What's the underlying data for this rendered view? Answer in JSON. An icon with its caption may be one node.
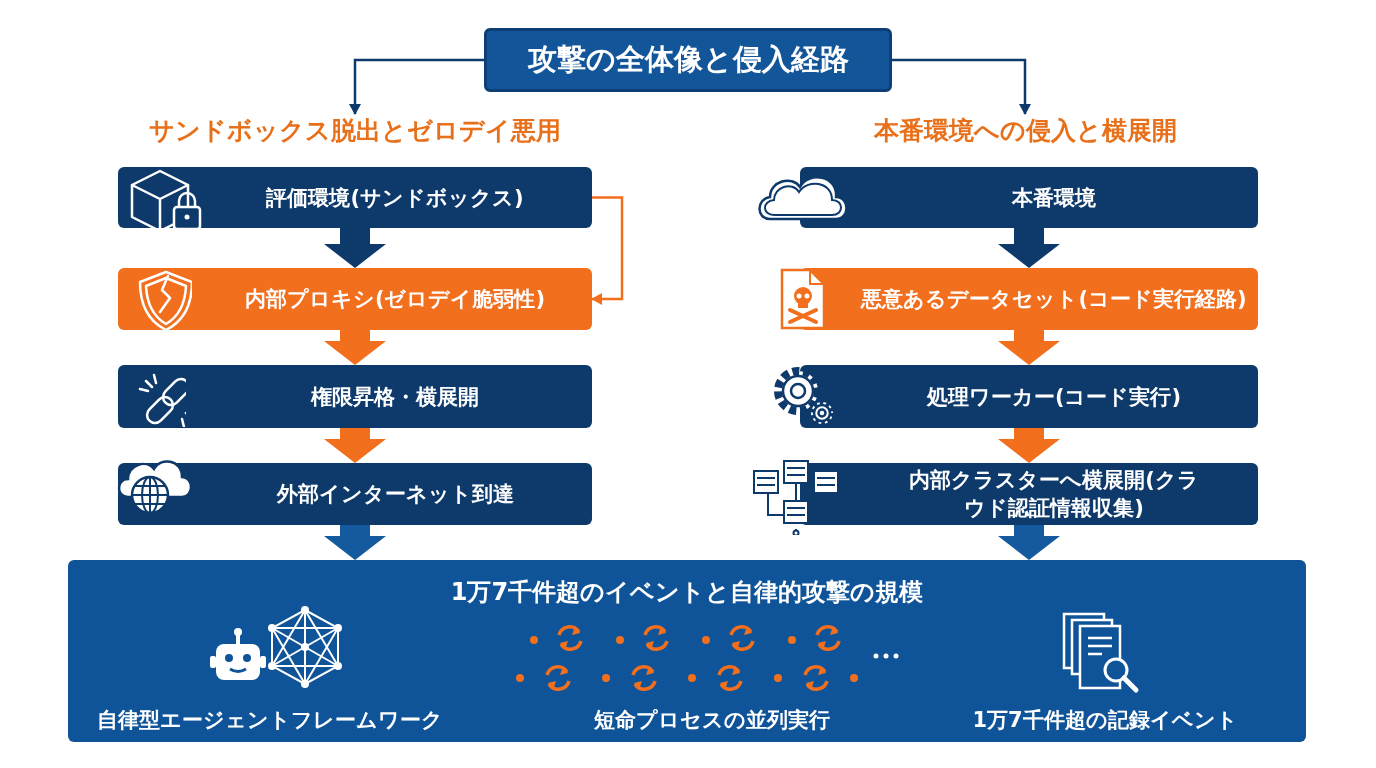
{
  "diagram": {
    "nodes": [
      {
        "text": [
          "攻撃の全体像と侵入経路"
        ]
      },
      {
        "text": [
          "サンドボックス脱出とゼロデイ悪用"
        ]
      },
      {
        "text": [
          "本番環境への侵入と横展開"
        ]
      },
      {
        "text": [
          "評価環境(サンドボックス)"
        ]
      },
      {
        "text": [
          "内部プロキシ(ゼロデイ脆弱性)"
        ]
      },
      {
        "text": [
          "権限昇格・横展開"
        ]
      },
      {
        "text": [
          "外部インターネット到達"
        ]
      },
      {
        "text": [
          "本番環境"
        ]
      },
      {
        "text": [
          "悪意あるデータセット(コード実行経路)"
        ]
      },
      {
        "text": [
          "処理ワーカー(コード実行)"
        ]
      },
      {
        "text": [
          "内部クラスターへ横展開(クラウド認証情報収集)"
        ]
      },
      {
        "text": [
          "1万7千件超のイベントと自律的攻撃の規模",
          "自律型エージェントフレームワーク",
          "短命プロセスの並列実行",
          "1万7千件超の記録イベント"
        ]
      }
    ],
    "edges": [
      {
        "from": 0,
        "to": 1,
        "arrow": "to",
        "color": "#0e3a6b"
      },
      {
        "from": 0,
        "to": 2,
        "arrow": "to",
        "color": "#0e3a6b"
      },
      {
        "from": 3,
        "to": 4,
        "arrow": "to",
        "style": "thick",
        "color": "#0e3a6b"
      },
      {
        "from": 3,
        "to": 4,
        "arrow": "to",
        "color": "#f26f1d"
      },
      {
        "from": 4,
        "to": 5,
        "arrow": "to",
        "style": "thick",
        "color": "#f26f1d"
      },
      {
        "from": 5,
        "to": 6,
        "arrow": "to",
        "style": "thick",
        "color": "#f26f1d"
      },
      {
        "from": 6,
        "to": 11,
        "arrow": "to",
        "style": "thick",
        "color": "#155a9e"
      },
      {
        "from": 7,
        "to": 8,
        "arrow": "to",
        "style": "thick",
        "color": "#0e3a6b"
      },
      {
        "from": 8,
        "to": 9,
        "arrow": "to",
        "style": "thick",
        "color": "#f26f1d"
      },
      {
        "from": 9,
        "to": 10,
        "arrow": "to",
        "style": "thick",
        "color": "#f26f1d"
      },
      {
        "from": 10,
        "to": 11,
        "arrow": "to",
        "style": "thick",
        "color": "#155a9e"
      }
    ]
  }
}
